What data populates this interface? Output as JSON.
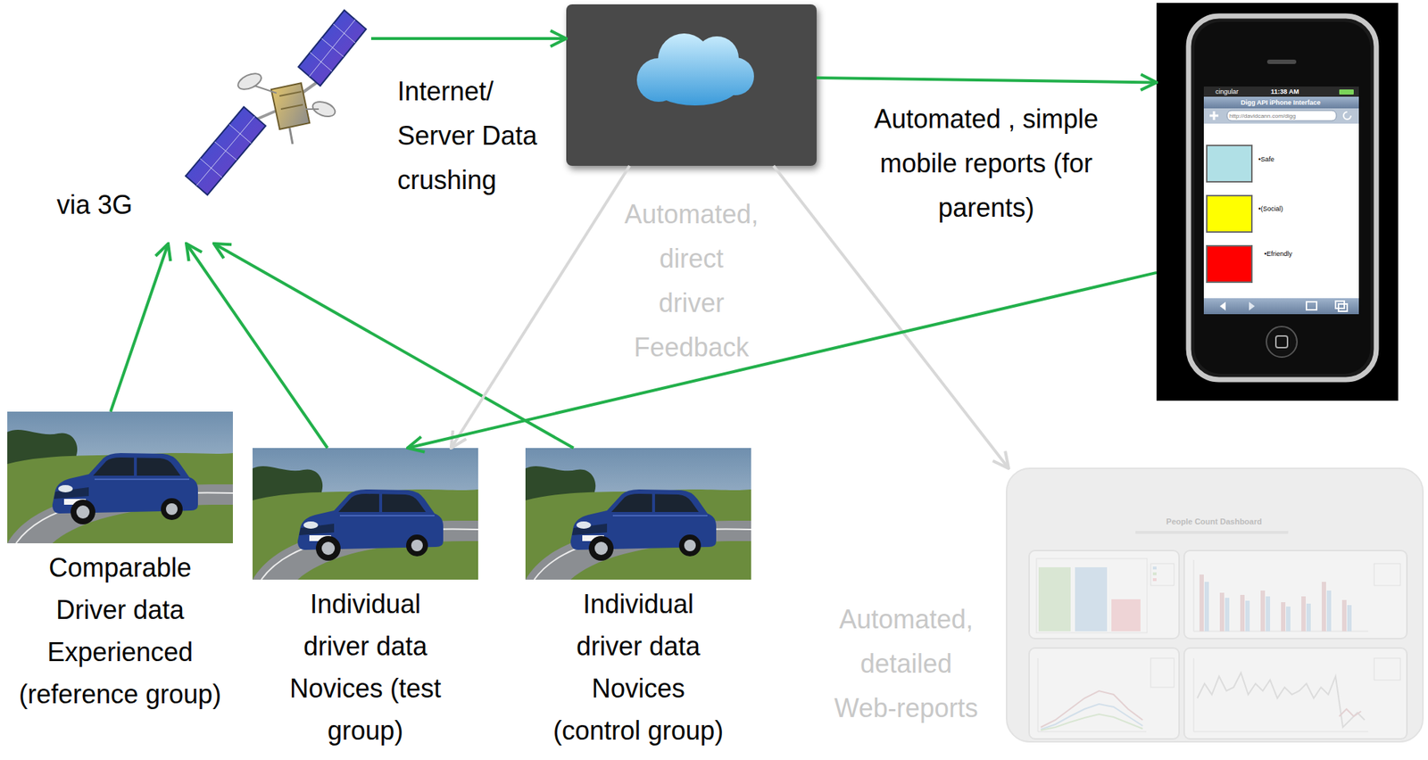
{
  "diagram": {
    "nodes": [
      {
        "text": [
          "via 3G"
        ]
      },
      {
        "text": [
          "Internet/ Server Data crushing"
        ]
      },
      {
        "text": [
          "cingular",
          "11:38 AM",
          "Digg API iPhone Interface",
          "http://davidcann.com/digg",
          "•Safe",
          "•(Social)",
          "•Efriendly"
        ]
      },
      {
        "text": [
          "Comparable Driver data Experienced (reference group)"
        ]
      },
      {
        "text": [
          "Individual driver data Novices (test group)"
        ]
      },
      {
        "text": [
          "Individual driver data Novices (control group)"
        ]
      },
      {
        "text": [
          "People Count Dashboard"
        ]
      }
    ],
    "edges": [
      {
        "from": 3,
        "to": 0,
        "arrow": "to"
      },
      {
        "from": 4,
        "to": 0,
        "arrow": "to"
      },
      {
        "from": 5,
        "to": 0,
        "arrow": "to"
      },
      {
        "from": 0,
        "to": 1,
        "arrow": "to"
      },
      {
        "from": 1,
        "to": 2,
        "label": "Automated , simple mobile reports (for parents)",
        "arrow": "to"
      },
      {
        "from": 1,
        "to": 4,
        "label": "Automated, direct driver Feedback",
        "arrow": "to"
      },
      {
        "from": 1,
        "to": 6,
        "label": "Automated, detailed Web-reports",
        "arrow": "to"
      },
      {
        "from": 2,
        "to": 4,
        "arrow": "to"
      }
    ]
  }
}
